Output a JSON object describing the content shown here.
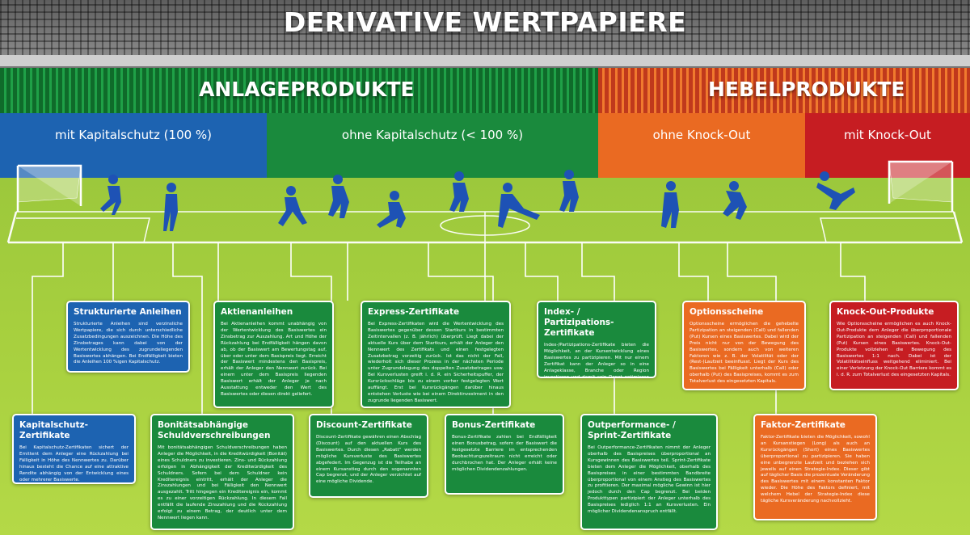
{
  "title": "DERIVATIVE WERTPAPIERE",
  "sections": {
    "anlage": "ANLAGEPRODUKTE",
    "hebel": "HEBELPRODUKTE"
  },
  "banners": [
    {
      "label": "mit Kapitalschutz  (100 %)",
      "color": "#1d63b1"
    },
    {
      "label": "ohne Kapitalschutz (< 100 %)",
      "color": "#1a8a3d"
    },
    {
      "label": "ohne Knock-Out",
      "color": "#ea6a22"
    },
    {
      "label": "mit Knock-Out",
      "color": "#c61d22"
    }
  ],
  "colors": {
    "blue": "#1d63b1",
    "green": "#1a8a3d",
    "orange": "#ea6a22",
    "red": "#c61d22",
    "field": "#a6cf3e"
  },
  "cards": {
    "strukturierte": {
      "title": "Strukturierte Anleihen",
      "text": "Strukturierte Anleihen sind verzinsliche Wertpapiere, die sich durch unterschiedliche Zusatzbedingungen auszeichnen. Die Höhe des Zinsbetrages kann dabei von der Wertentwicklung des zugrundeliegenden Basiswertes abhängen. Bei Endfälligkeit bieten die Anleihen 100 %igen Kapitalschutz."
    },
    "kapitalschutz": {
      "title": "Kapitalschutz-Zertifikate",
      "text": "Bei Kapitalschutz-Zertifikaten sichert der Emittent dem Anleger eine Rückzahlung bei Fälligkeit in Höhe des Nennwertes zu. Darüber hinaus besteht die Chance auf eine attraktive Rendite abhängig von der Entwicklung eines oder mehrerer Basiswerte."
    },
    "aktienanleihen": {
      "title": "Aktienanleihen",
      "text": "Bei Aktienanleihen kommt unabhängig von der Wertentwicklung des Basiswertes ein Zinsbetrag zur Auszahlung. Art und Höhe der Rückzahlung bei Endfälligkeit hängen davon ab, ob der Basiswert am Bewertungstag auf, über oder unter dem Basispreis liegt. Erreicht der Basiswert mindestens den Basispreis, erhält der Anleger den Nennwert zurück. Bei einem unter dem Basispreis liegenden Basiswert erhält der Anleger je nach Ausstattung entweder den Wert des Basiswertes oder diesen direkt geliefert."
    },
    "bonitaet": {
      "title": "Bonitätsabhängige Schuldverschreibungen",
      "text": "Mit bonitätsabhängigen Schuldverschreibungen haben Anleger die Möglichkeit, in die Kreditwürdigkeit (Bonität) eines Schuldners zu investieren. Zins- und Rückzahlung erfolgen in Abhängigkeit der Kreditwürdigkeit des Schuldners. Sofern bei dem Schuldner kein Kreditereignis eintritt, erhält der Anleger die Zinszahlungen und bei Fälligkeit den Nennwert ausgezahlt. Tritt hingegen ein Kreditereignis ein, kommt es zu einer vorzeitigen Rückzahlung. In diesem Fall entfällt die laufende Zinszahlung und die Rückzahlung erfolgt zu einem Betrag, der deutlich unter dem Nennwert liegen kann."
    },
    "express": {
      "title": "Express-Zertifikate",
      "text": "Bei Express-Zertifikaten wird die Wertentwicklung des Basiswertes gegenüber dessen Startkurs in bestimmten Zeitintervallen (z. B. jährlich) überprüft. Liegt dabei der aktuelle Kurs über dem Startkurs, erhält der Anleger den Nennwert des Zertifikats und einen festgelegten Zusatzbetrag vorzeitig zurück. Ist das nicht der Fall, wiederholt sich dieser Prozess in der nächsten Periode unter Zugrundelegung des doppelten Zusatzbetrages usw. Bei Kursverlusten greift i. d. R. ein Sicherheitspuffer, der Kursrückschläge bis zu einem vorher festgelegten Wert auffängt. Erst bei Kursrückgängen darüber hinaus entstehen Verluste wie bei einem Direktinvestment in den zugrunde liegenden Basiswert."
    },
    "discount": {
      "title": "Discount-Zertifikate",
      "text": "Discount-Zertifikate gewähren einen Abschlag (Discount) auf den aktuellen Kurs des Basiswertes. Durch diesen „Rabatt“ werden mögliche Kursverluste des Basiswertes abgefedert. Im Gegenzug ist die Teilhabe an einem Kursanstieg durch den sogenannten Cap begrenzt, und der Anleger verzichtet auf eine mögliche Dividende."
    },
    "bonus": {
      "title": "Bonus-Zertifikate",
      "text": "Bonus-Zertifikate zahlen bei Endfälligkeit einen Bonusbetrag, sofern der Basiswert die festgesetzte Barriere im entsprechenden Beobachtungszeitraum nicht erreicht oder durchbrochen hat. Der Anleger erhält keine möglichen Dividendenzahlungen."
    },
    "index": {
      "title": "Index- / Partizipations-Zertifikate",
      "text": "Index-/Partizipations-Zertifikate bieten die Möglichkeit, an der Kursentwicklung eines Basiswertes zu partizipieren. Mit nur einem Zertifikat kann der Anleger so in eine Anlageklasse, Branche oder Region investieren und damit sein Depot optimieren und diversifizieren."
    },
    "outperformance": {
      "title": "Outperformance- / Sprint-Zertifikate",
      "text": "Bei Outperformance-Zertifikaten nimmt der Anleger oberhalb des Basispreises überproportional an Kursgewinnen des Basiswertes teil. Sprint-Zertifikate bieten dem Anleger die Möglichkeit, oberhalb des Basispreises in einer bestimmten Bandbreite überproportional von einem Anstieg des Basiswertes zu profitieren. Der maximal mögliche Gewinn ist hier jedoch durch den Cap begrenzt. Bei beiden Produkttypen partizipiert der Anleger unterhalb des Basispreises lediglich 1:1 an Kursverlusten. Ein möglicher Dividendenanspruch entfällt."
    },
    "options": {
      "title": "Optionsscheine",
      "text": "Optionsscheine ermöglichen die gehebelte Partizipation an steigenden (Call) und fallenden (Put) Kursen eines Basiswertes. Dabei wird der Preis nicht nur von der Bewegung des Basiswertes, sondern auch von weiteren Faktoren wie z. B. der Volatilität oder der (Rest-)Laufzeit beeinflusst. Liegt der Kurs des Basiswertes bei Fälligkeit unterhalb (Call) oder oberhalb (Put) des Basispreises, kommt es zum Totalverlust des eingesetzten Kapitals."
    },
    "knockout": {
      "title": "Knock-Out-Produkte",
      "text": "Wie Optionsscheine ermöglichen es auch Knock-Out-Produkte dem Anleger die überproportionale Partizipation an steigenden (Call) und fallenden (Put) Kursen eines Basiswertes. Knock-Out-Produkte vollziehen die Bewegung des Basiswertes 1:1 nach. Dabei ist der Volatilitätseinfluss weitgehend eliminiert. Bei einer Verletzung der Knock-Out Barriere kommt es i. d. R. zum Totalverlust des eingesetzten Kapitals."
    },
    "faktor": {
      "title": "Faktor-Zertifikate",
      "text": "Faktor-Zertifikate bieten die Möglichkeit, sowohl an Kursanstiegen (Long) als auch an Kursrückgängen (Short) eines Basiswertes überproportional zu partizipieren. Sie haben eine unbegrenzte Laufzeit und beziehen sich jeweils auf einen Strategie-Index. Dieser gibt auf täglicher Basis die prozentuale Veränderung des Basiswertes mit einem konstanten Faktor wieder. Die Höhe des Faktors definiert, mit welchem Hebel der Strategie-Index diese tägliche Kursveränderung nachvollzieht."
    }
  }
}
